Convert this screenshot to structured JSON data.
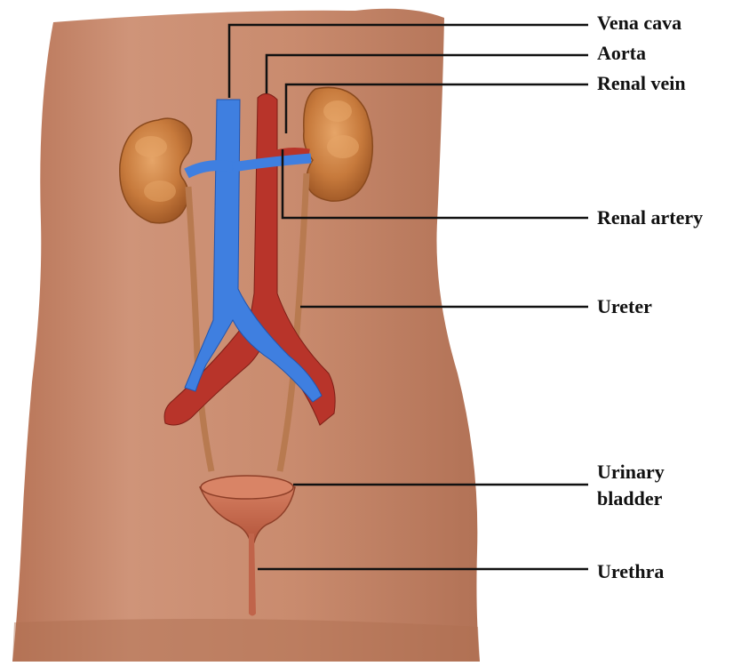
{
  "labels": {
    "vena_cava": "Vena cava",
    "aorta": "Aorta",
    "renal_vein": "Renal vein",
    "renal_artery": "Renal artery",
    "ureter": "Ureter",
    "urinary_bladder_line1": "Urinary",
    "urinary_bladder_line2": "bladder",
    "urethra": "Urethra"
  },
  "colors": {
    "background": "#ffffff",
    "body": "#c98b6e",
    "body_shadow": "#a8664a",
    "kidney": "#c77a3c",
    "kidney_highlight": "#e6a568",
    "vein": "#3f7fe0",
    "artery": "#b8342a",
    "ureter": "#b87a50",
    "bladder": "#c0644a",
    "leader_line": "#111111"
  }
}
